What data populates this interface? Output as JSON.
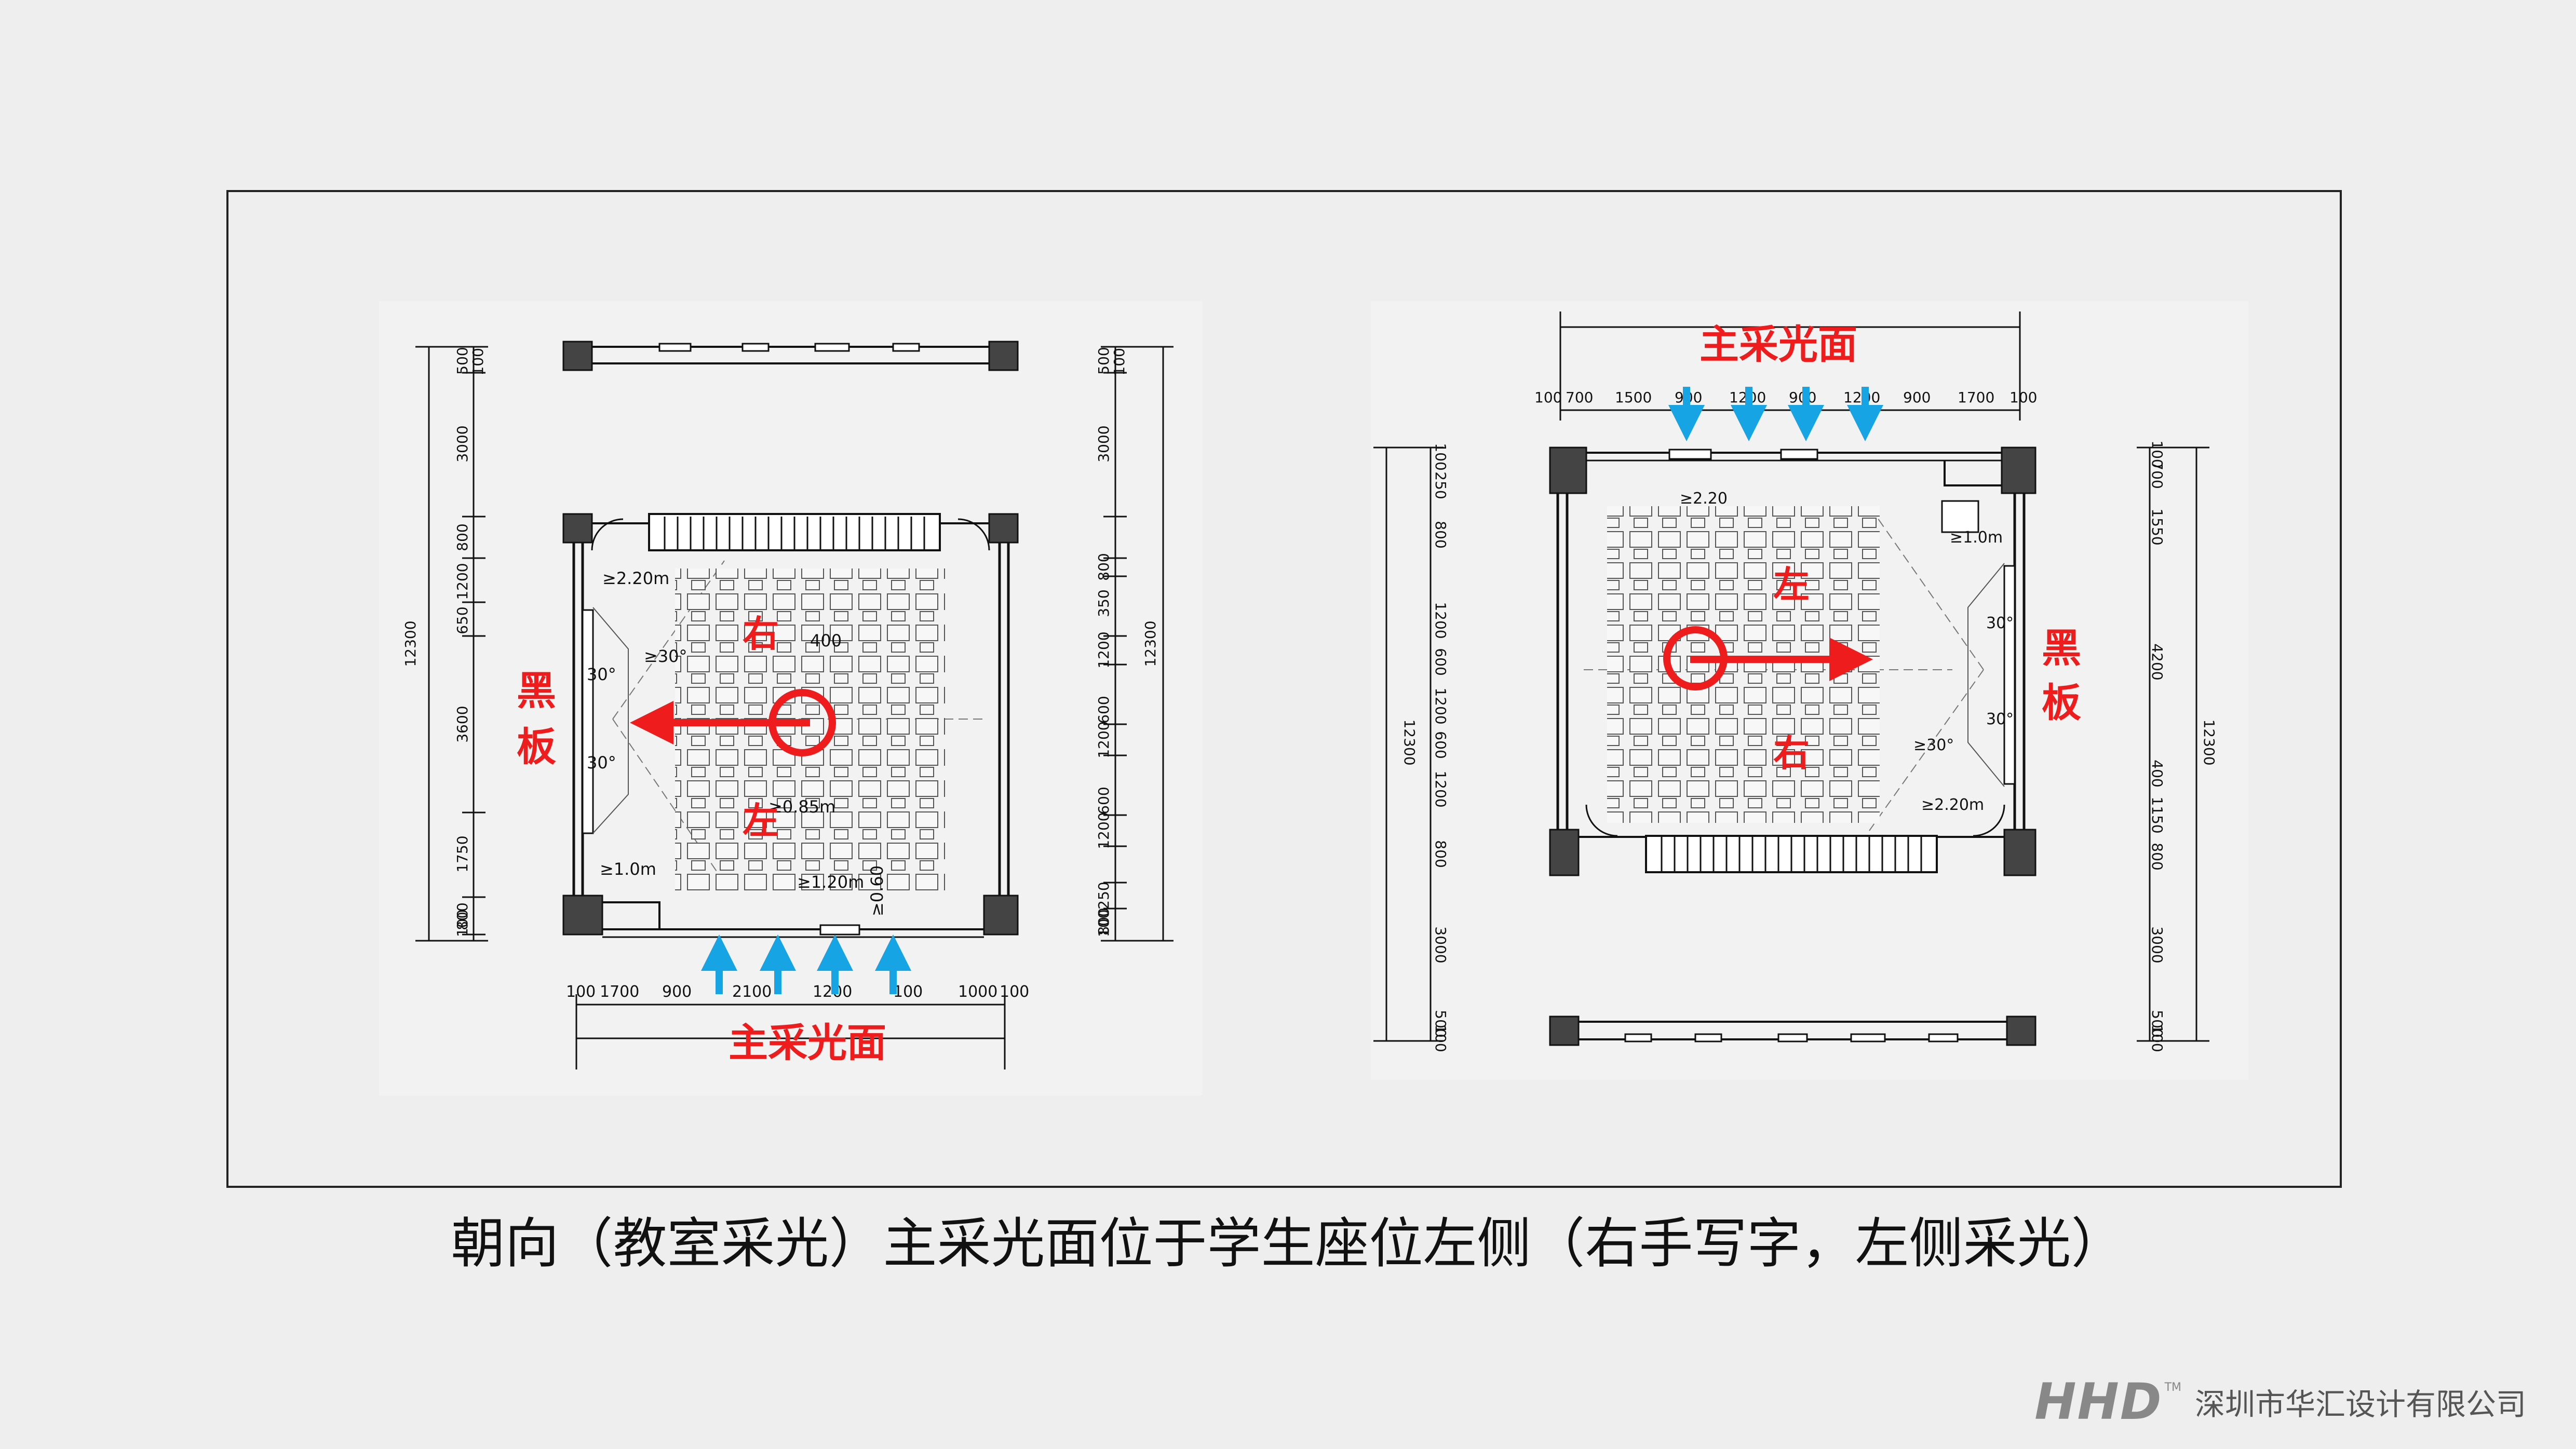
{
  "caption": "朝向（教室采光）主采光面位于学生座位左侧（右手写字，左侧采光）",
  "brand": {
    "logo": "HHD",
    "tm": "TM",
    "company": "深圳市华汇设计有限公司"
  },
  "colors": {
    "background": "#eeeeee",
    "annotation_red": "#ee1c1c",
    "arrow_blue": "#16a4e4",
    "line": "#111111"
  },
  "left_plan": {
    "blackboard_label": "黑\n板",
    "main_light_label": "主采光面",
    "right_label": "右",
    "left_label": "左",
    "dims_left": [
      "12300",
      "100",
      "800",
      "1750",
      "3600",
      "650",
      "1200",
      "800",
      "3000",
      "500",
      "100"
    ],
    "dims_right": [
      "12300",
      "100",
      "800",
      "250",
      "1200",
      "600",
      "1200",
      "600",
      "1200",
      "350",
      "800",
      "3000",
      "500",
      "100"
    ],
    "dims_bottom": [
      "100",
      "1700",
      "900",
      "2100",
      "1200",
      "100",
      "1000",
      "100"
    ],
    "notes": [
      "≥2.20m",
      "≥30°",
      "30°",
      "30°",
      "400",
      "≥1.0m",
      "≥0.85m",
      "≥1.20m",
      "≥0.60"
    ]
  },
  "right_plan": {
    "blackboard_label": "黑\n板",
    "main_light_label": "主采光面",
    "right_label": "右",
    "left_label": "左",
    "dims_top": [
      "100",
      "700",
      "1500",
      "900",
      "1200",
      "900",
      "1200",
      "900",
      "1700",
      "100"
    ],
    "dims_left": [
      "12300",
      "100",
      "500",
      "3000",
      "800",
      "1200",
      "600",
      "1200",
      "600",
      "1200",
      "800",
      "250",
      "100"
    ],
    "dims_right": [
      "12300",
      "100",
      "500",
      "3000",
      "800",
      "1150",
      "400",
      "4200",
      "1550",
      "700",
      "100"
    ],
    "notes": [
      "≥2.20m",
      "≥30°",
      "30°",
      "30°",
      "≥1.0m",
      "≥2.20"
    ]
  }
}
